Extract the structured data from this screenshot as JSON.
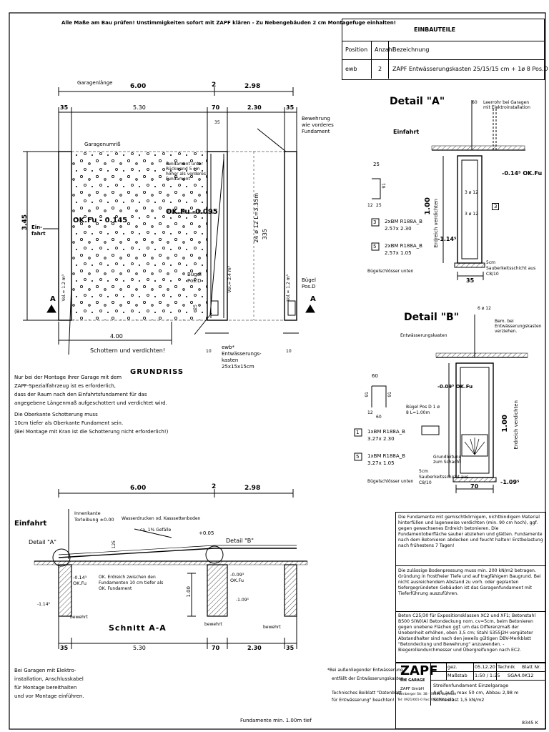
{
  "header_note": "Alle Maße am Bau prüfen! Unstimmigkeiten sofort mit ZAPF klären - Zu Nebengebäuden 2 cm Montagefuge einhalten!",
  "parts_table": {
    "title": "EINBAUTEILE",
    "headers": [
      "Position",
      "Anzahl",
      "Bezeichnung"
    ],
    "rows": [
      [
        "ewb",
        "2",
        "ZAPF Entwässerungskasten 25/15/15 cm + 1ø 8 Pos.D"
      ]
    ]
  },
  "plan": {
    "dim_garagenlaenge": "Garagenlänge",
    "dim_600": "6.00",
    "dim_2": "2",
    "dim_298": "2.98",
    "dim_35_left": "35",
    "dim_530": "5.30",
    "dim_70": "70",
    "dim_230": "2.30",
    "dim_35_right": "35",
    "dim_345": "3.45",
    "dim_400": "4.00",
    "garagenumriss": "Garagenumriß",
    "bewehrung_note": "Bewehrung wie vorderes Fundament",
    "fundament_note": "Fundament unter Rückwand 5 cm höher als vorderes Fundament",
    "okfu_left": "OK.Fu - 0.145",
    "okfu_mid": "OK.Fu -0.095",
    "einfahrt": "Ein-fahrt",
    "section_a": "A",
    "schottern": "Schottern und verdichten!",
    "title": "GRUNDRISS",
    "rebar_label": "24 ø 12 L=3.35m",
    "rebar_335": "335",
    "buegel_left": "Bügel Pos.D",
    "buegel_right": "Bügel Pos.D",
    "ewb_note": "ewb* Entwässerungs-kasten 25x15x15cm",
    "dim_10a": "10",
    "dim_10b": "10",
    "dim_25a": "25",
    "dim_35a": "35",
    "vol_left": "Vol.= 1.2 m³",
    "vol_mid": "Vol.= 2.4 m³",
    "vol_right": "Vol.= 1.2 m³"
  },
  "plan_note": [
    "Nur bei der Montage Ihrer Garage mit dem",
    "ZAPF-Spezialfahrzeug ist es erforderlich,",
    "dass der Raum nach den Einfahrtsfundament für das",
    "angegebene Längenmaß aufgeschottert und verdichtet wird.",
    "Die Oberkante Schotterung muss",
    "10cm tiefer als Oberkante Fundament sein.",
    "(Bei Montage mit Kran ist die Schotterung nicht erforderlich!)"
  ],
  "detail_a": {
    "title": "Detail \"A\"",
    "einfahrt": "Einfahrt",
    "leerrohr": "Leerrohr bei Garagen mit Elektroinstallation",
    "dim_60": "60",
    "okfu": "-0.14⁵ OK.Fu",
    "dim_100": "1.00",
    "erdreich": "Erdreich verdichten",
    "dim_114": "-1.14⁵",
    "sauberkeit": "5cm Sauberkeitsschicht aus C8/10",
    "dim_35": "35",
    "rebar_3x12a": "3 ø 12",
    "rebar_3x12b": "3 ø 12",
    "pos3": "3",
    "pos5": "5",
    "shape_25": "25",
    "shape_91": "91",
    "shape_12": "12",
    "shape_25b": "25",
    "item3_l1": "2xBM R188A_B",
    "item3_l2": "2.57x  2.30",
    "item5_l1": "2xBM R188A_B",
    "item5_l2": "2.57x  1.05",
    "buegel": "Bügelschlösser unten"
  },
  "detail_b": {
    "title": "Detail \"B\"",
    "entw": "Entwässerungskasten",
    "rebar_6x12": "6 ø 12",
    "bem": "Bem. bei Entwässerungskasten verziehen.",
    "dim_009": "-0.09⁵ OK.Fu",
    "buegel_pos": "Bügel Pos D 1 ø 8 L=1.00m",
    "dim_100": "1.00",
    "erdreich": "Erdreich verdichten",
    "grund": "Grundleitung zum Schacht",
    "sauberkeit": "5cm Sauberkeitsschicht aus C8/10",
    "dim_70": "70",
    "dim_109": "-1.09⁵",
    "shape_60": "60",
    "shape_91a": "91",
    "shape_91b": "91",
    "shape_12": "12",
    "shape_60b": "60",
    "pos1": "1",
    "pos5": "5",
    "item1_l1": "1xBM R188A_B",
    "item1_l2": "3.27x  2.30",
    "item5_l1": "1xBM R188A_B",
    "item5_l2": "3.27x  1.05",
    "buegel": "Bügelschlösser unten"
  },
  "section": {
    "dim_600": "6.00",
    "dim_2": "2",
    "dim_298": "2.98",
    "einfahrt": "Einfahrt",
    "innenkante": "Innenkante Torleibung ±0.00",
    "wasser": "Wasserdrucken od. Kasssettenboden",
    "gefaelle": "ca. 1% Gefälle",
    "dim_005": "+0.05",
    "detail_a": "Detail \"A\"",
    "detail_b": "Detail \"B\"",
    "dim_125": "125",
    "okfu_left": "-0.14⁵ OK.Fu",
    "okfu_mid": "-0.09⁵ OK.Fu",
    "erdreich": "OK. Erdreich zwischen den Fundamenten 10 cm tiefer als OK. Fundament",
    "dim_114": "-1.14⁵",
    "dim_100": "1.00",
    "dim_109": "-1.09⁵",
    "bewehrt1": "bewehrt",
    "bewehrt2": "bewehrt",
    "bewehrt3": "bewehrt",
    "title": "Schnitt A-A",
    "dim_35_left": "35",
    "dim_530": "5.30",
    "dim_70": "70",
    "dim_230": "2.30",
    "dim_35_right": "35"
  },
  "section_note": [
    "Bei Garagen mit Elektro-",
    "installation, Anschlusskabel",
    "für Montage bereithalten",
    "und vor Montage einführen."
  ],
  "fundamente_min": "Fundamente min. 1.00m tief",
  "ewb_footnote": [
    "*Bei außenliegender Entwässerung",
    "entfällt der Entwässerungskasten.",
    "Technisches Beiblatt \"Datenblatt",
    "für Entwässerung\" beachten!"
  ],
  "notes": [
    "Die Fundamente mit gemischtkörnigem, nichtbindigem Material hinterfüllen und lagenweise verdichten (min. 90 cm hoch), ggf. gegen gewachsenes Erdreich betonieren. Die Fundamentoberfläche sauber abziehen und glätten. Fundamente nach dem Betonieren abdecken und feucht halten! Erstbelastung nach frühestens 7 Tagen!",
    "Die zulässige Bodenpressung muss min. 200 kN/m2 betragen. Gründung in frostfreier Tiefe und auf tragfähigem Baugrund. Bei nicht ausreichendem Abstand zu vorh. oder geplanten tiefergegründeten Gebäuden ist das Garagenfundament mit Tieferführung auszuführen.",
    "Beton C25/30 für Expositionsklassen XC2 und XF1; Betonstahl B500 S(W)(A) Betondeckung nom. cv=5cm, beim Betonieren gegen unebene Flächen ggf. um das Differenzmaß der Unebenheit erhöhen, oben 3,5 cm; Stahl S355J2H vergüteter Abstandhalter sind nach den jeweils gültigen DBV-Merkblatt \"Betondeckung und Bewehrung\" anzuwenden. - Biegerollendurchmesser und Übergreifungen nach EC2."
  ],
  "title_block": {
    "gez_label": "gez.",
    "gez_date": "05.12.20",
    "technik": "Technik",
    "blatt_label": "Blatt Nr.",
    "massstab_label": "Maßstab",
    "massstab": "1:50 / 1:25",
    "blatt_nr": "SGA4.0K12",
    "logo": "ZAPF",
    "logo_sub": "DIE GARAGE",
    "company": "ZAPF GmbH",
    "address1": "Nürnberger Str. 38 · 95448 Bayreuth",
    "address2": "Tel: 0921/601-0  Fax: 0921/601-210",
    "desc1": "Streifenfundament Einzelgarage",
    "desc2": "Aufl. aufl. max 50 cm, Abbau 2,98 m",
    "desc3": "Schneelast 1,5 kN/m2",
    "code": "8345 K"
  },
  "colors": {
    "ink": "#000000",
    "paper": "#ffffff"
  }
}
